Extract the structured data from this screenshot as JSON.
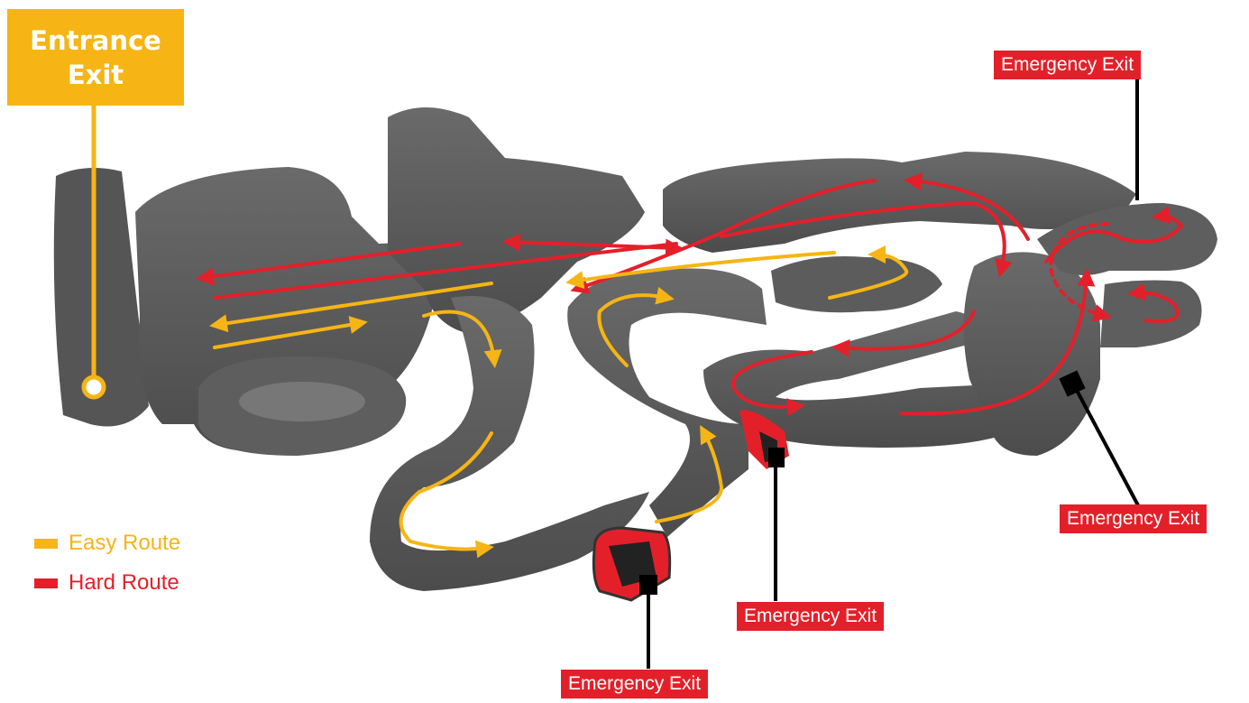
{
  "entrance": {
    "line1": "Entrance",
    "line2": "Exit",
    "color": "#f6b514"
  },
  "emergency_exits": [
    {
      "label": "Emergency Exit"
    },
    {
      "label": "Emergency Exit"
    },
    {
      "label": "Emergency Exit"
    },
    {
      "label": "Emergency Exit"
    }
  ],
  "legend": {
    "easy": {
      "label": "Easy Route",
      "color": "#f6b514"
    },
    "hard": {
      "label": "Hard Route",
      "color": "#e3202a"
    }
  },
  "colors": {
    "cave": "#5a5a5a",
    "cave_dark": "#454545",
    "easy_route": "#f6b514",
    "hard_route": "#e3202a"
  }
}
